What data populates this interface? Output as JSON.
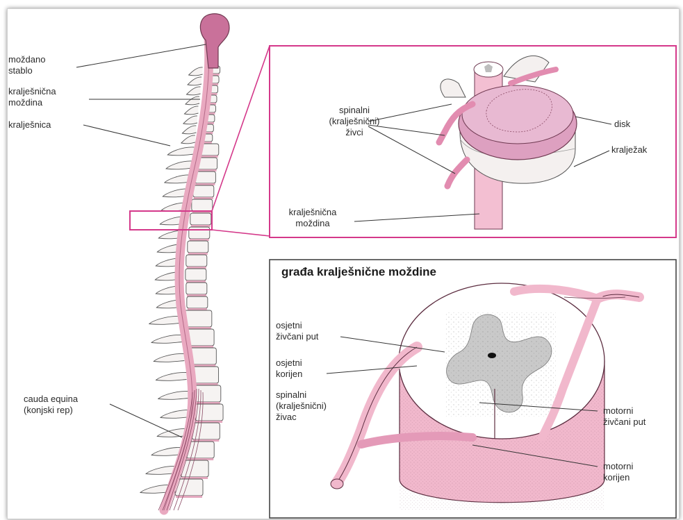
{
  "colors": {
    "tissue": "#f1b8cc",
    "tissue_dark": "#d98aa8",
    "disc_top": "#e0a3c2",
    "gray_matter": "#c9c9c9",
    "highlight_box": "#d4388a",
    "line": "#333333"
  },
  "left_labels": {
    "brainstem": "moždano\nstablo",
    "spinal_cord": "kralješnična\nmoždina",
    "spine": "kralješnica",
    "cauda_equina": "cauda equina\n(konjski rep)"
  },
  "vertebra_panel": {
    "spinal_nerves": "spinalni\n(kralješnični)\nživci",
    "disc": "disk",
    "vertebra": "kralježak",
    "spinal_cord": "kralješnična\nmoždina"
  },
  "cross_section_panel": {
    "title": "građa kralješnične moždine",
    "sensory_tract": "osjetni\nživčani put",
    "sensory_root": "osjetni\nkorijen",
    "spinal_nerve": "spinalni\n(kralješnični)\nživac",
    "motor_tract": "motorni\nživčani put",
    "motor_root": "motorni\nkorijen"
  }
}
